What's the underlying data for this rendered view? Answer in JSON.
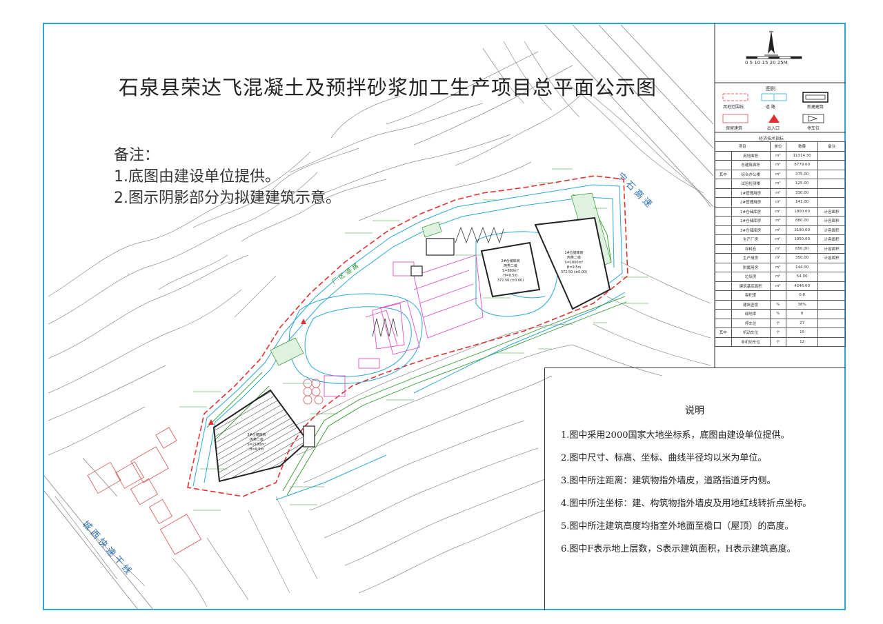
{
  "title": "石泉县荣达飞混凝土及预拌砂浆加工生产项目总平面公示图",
  "notes": {
    "heading": "备注：",
    "items": [
      "1.底图由建设单位提供。",
      "2.图示阴影部分为拟建建筑示意。"
    ]
  },
  "scale_bar": {
    "label": "0  5  10  15  20  25M"
  },
  "legend": {
    "title": "图例",
    "items": [
      {
        "label": "用地范围线",
        "icon": "red-dashed-line-icon"
      },
      {
        "label": "道 路",
        "icon": "road-icon"
      },
      {
        "label": "新建建筑",
        "icon": "new-building-icon"
      },
      {
        "label": "保留建筑",
        "icon": "existing-building-icon"
      },
      {
        "label": "出入口",
        "icon": "entrance-triangle-icon"
      },
      {
        "label": "停车位",
        "icon": "parking-triangle-icon"
      }
    ]
  },
  "eco_table": {
    "title": "经济技术指标",
    "headers": [
      "项目",
      "单位",
      "数量",
      "备注"
    ],
    "rows": [
      {
        "group": "",
        "name": "用地面积",
        "unit": "m²",
        "value": "11314.30",
        "note": ""
      },
      {
        "group": "",
        "name": "总建筑面积",
        "unit": "m²",
        "value": "8779.00",
        "note": ""
      },
      {
        "group": "其中",
        "name": "综合办公楼",
        "unit": "m²",
        "value": "375.00",
        "note": ""
      },
      {
        "group": "",
        "name": "试验检测楼",
        "unit": "m²",
        "value": "125.00",
        "note": ""
      },
      {
        "group": "",
        "name": "1#管理用房",
        "unit": "m²",
        "value": "330.00",
        "note": ""
      },
      {
        "group": "",
        "name": "2#管理用房",
        "unit": "m²",
        "value": "141.00",
        "note": ""
      },
      {
        "group": "",
        "name": "1#仓储库房",
        "unit": "m²",
        "value": "1800.00",
        "note": "计容面积"
      },
      {
        "group": "",
        "name": "2#仓储库房",
        "unit": "m²",
        "value": "880.00",
        "note": "计容面积"
      },
      {
        "group": "",
        "name": "3#仓储库房",
        "unit": "m²",
        "value": "2190.00",
        "note": "计容面积"
      },
      {
        "group": "",
        "name": "生产厂房",
        "unit": "m²",
        "value": "1950.00",
        "note": "计容面积"
      },
      {
        "group": "",
        "name": "存料仓",
        "unit": "m²",
        "value": "650.00",
        "note": "计容面积"
      },
      {
        "group": "",
        "name": "生产用房",
        "unit": "m²",
        "value": "350.00",
        "note": "计容面积"
      },
      {
        "group": "",
        "name": "附属用房",
        "unit": "m²",
        "value": "144.00",
        "note": ""
      },
      {
        "group": "",
        "name": "垃圾房",
        "unit": "m²",
        "value": "54.00",
        "note": ""
      },
      {
        "group": "",
        "name": "建筑基底面积",
        "unit": "m²",
        "value": "4246.00",
        "note": ""
      },
      {
        "group": "",
        "name": "容积率",
        "unit": "",
        "value": "0.8",
        "note": ""
      },
      {
        "group": "",
        "name": "建筑密度",
        "unit": "%",
        "value": "38%",
        "note": ""
      },
      {
        "group": "",
        "name": "绿地率",
        "unit": "%",
        "value": "8",
        "note": ""
      },
      {
        "group": "",
        "name": "停车位",
        "unit": "个",
        "value": "27",
        "note": ""
      },
      {
        "group": "其中",
        "name": "机动车位",
        "unit": "个",
        "value": "15",
        "note": ""
      },
      {
        "group": "",
        "name": "非机动车位",
        "unit": "个",
        "value": "12",
        "note": ""
      }
    ]
  },
  "explanation": {
    "title": "说明",
    "lines": [
      "1.图中采用2000国家大地坐标系，底图由建设单位提供。",
      "2.图中尺寸、标高、坐标、曲线半径均以米为单位。",
      "3.图中所注距离：建筑物指外墙皮，道路指道牙内侧。",
      "4.图中所注坐标：建、构筑物指外墙皮及用地红线转折点坐标。",
      "5.图中所注建筑高度均指室外地面至檐口（屋顶）的高度。",
      "6.图中F表示地上层数，S表示建筑面积，H表示建筑高度。"
    ]
  },
  "roads": {
    "top_right": "宁 石 高 速",
    "bottom_left": "城 西 快 速 干 线",
    "site_road": "厂 区 道 路"
  },
  "buildings": {
    "b1": [
      "1#仓储库房",
      "丙类二级",
      "S=1800m²",
      "H=9.5m",
      "372.50 (±0.00)"
    ],
    "b2": [
      "2#仓储库房",
      "丙类二级",
      "S=880m²",
      "H=9.5m",
      "372.50 (±0.00)"
    ],
    "b3": [
      "3#仓储库房",
      "丙类二级",
      "S=2190m²",
      "H=9.5m"
    ]
  },
  "colors": {
    "frame": "#2aa7d8",
    "contour": "#8a8a8a",
    "red_line": "#e03030",
    "road_blue": "#2aa7d8",
    "green": "#2e9a2e",
    "magenta": "#e050c0"
  }
}
